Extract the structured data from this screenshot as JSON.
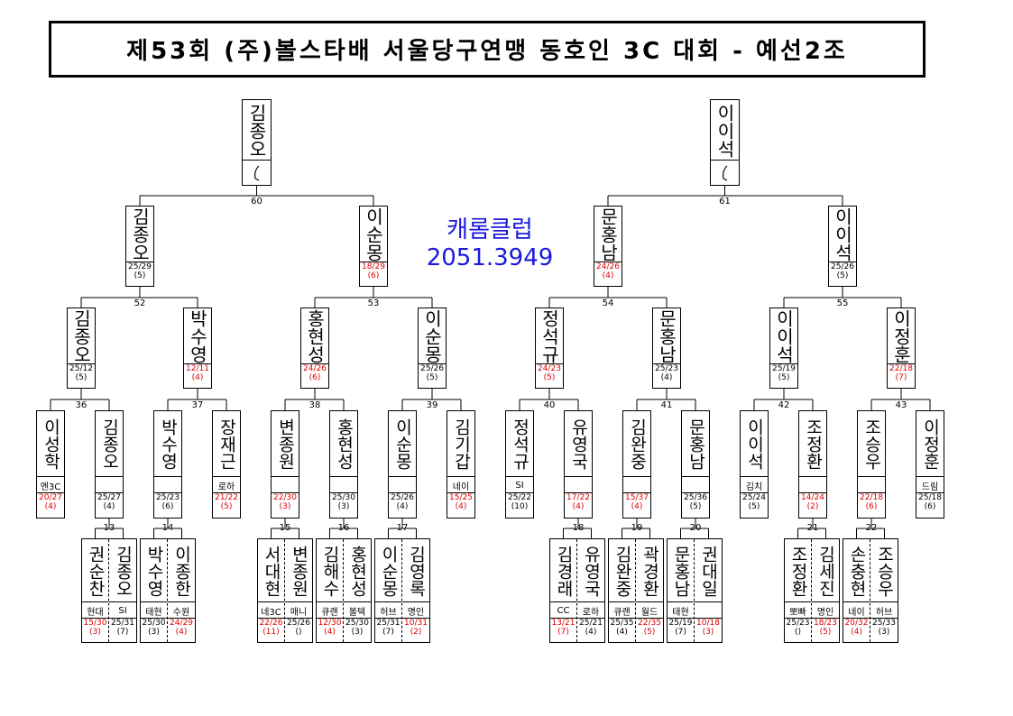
{
  "title": "제53회 (주)볼스타배 서울당구연맹 동호인 3C 대회 - 예선2조",
  "watermark": {
    "line1": "캐롬클럽",
    "line2": "2051.3949"
  },
  "winners": [
    {
      "id": "w-left",
      "name": "김종오",
      "mark": "check-mark"
    },
    {
      "id": "w-right",
      "name": "이이석",
      "mark": "check-mark"
    }
  ],
  "match_numbers": [
    {
      "id": "m60",
      "label": "60"
    },
    {
      "id": "m61",
      "label": "61"
    },
    {
      "id": "m52",
      "label": "52"
    },
    {
      "id": "m53",
      "label": "53"
    },
    {
      "id": "m54",
      "label": "54"
    },
    {
      "id": "m55",
      "label": "55"
    },
    {
      "id": "m36",
      "label": "36"
    },
    {
      "id": "m37",
      "label": "37"
    },
    {
      "id": "m38",
      "label": "38"
    },
    {
      "id": "m39",
      "label": "39"
    },
    {
      "id": "m40",
      "label": "40"
    },
    {
      "id": "m41",
      "label": "41"
    },
    {
      "id": "m42",
      "label": "42"
    },
    {
      "id": "m43",
      "label": "43"
    },
    {
      "id": "m13",
      "label": "13"
    },
    {
      "id": "m14",
      "label": "14"
    },
    {
      "id": "m15",
      "label": "15"
    },
    {
      "id": "m16",
      "label": "16"
    },
    {
      "id": "m17",
      "label": "17"
    },
    {
      "id": "m18",
      "label": "18"
    },
    {
      "id": "m19",
      "label": "19"
    },
    {
      "id": "m20",
      "label": "20"
    },
    {
      "id": "m21",
      "label": "21"
    },
    {
      "id": "m22",
      "label": "22"
    }
  ],
  "round2": [
    {
      "id": "r2-1",
      "name": "김종오",
      "score": "25/29",
      "inn": "(5)",
      "color": "#000000"
    },
    {
      "id": "r2-2",
      "name": "이순몽",
      "score": "18/29",
      "inn": "(6)",
      "color": "#e00000"
    },
    {
      "id": "r2-3",
      "name": "문홍남",
      "score": "24/26",
      "inn": "(4)",
      "color": "#e00000"
    },
    {
      "id": "r2-4",
      "name": "이이석",
      "score": "25/26",
      "inn": "(5)",
      "color": "#000000"
    }
  ],
  "round3": [
    {
      "id": "r3-1",
      "name": "김종오",
      "score": "25/12",
      "inn": "(5)",
      "color": "#000000"
    },
    {
      "id": "r3-2",
      "name": "박수영",
      "score": "12/11",
      "inn": "(4)",
      "color": "#e00000"
    },
    {
      "id": "r3-3",
      "name": "홍현성",
      "score": "24/26",
      "inn": "(6)",
      "color": "#e00000"
    },
    {
      "id": "r3-4",
      "name": "이순몽",
      "score": "25/26",
      "inn": "(5)",
      "color": "#000000"
    },
    {
      "id": "r3-5",
      "name": "정석규",
      "score": "24/23",
      "inn": "(5)",
      "color": "#e00000"
    },
    {
      "id": "r3-6",
      "name": "문홍남",
      "score": "25/23",
      "inn": "(4)",
      "color": "#000000"
    },
    {
      "id": "r3-7",
      "name": "이이석",
      "score": "25/19",
      "inn": "(5)",
      "color": "#000000"
    },
    {
      "id": "r3-8",
      "name": "이정훈",
      "score": "22/18",
      "inn": "(7)",
      "color": "#e00000"
    }
  ],
  "round4": [
    {
      "id": "r4-1",
      "name": "이성학",
      "club": "엔3C",
      "score": "20/27",
      "inn": "(4)",
      "color": "#e00000"
    },
    {
      "id": "r4-2",
      "name": "김종오",
      "club": "",
      "score": "25/27",
      "inn": "(4)",
      "color": "#000000"
    },
    {
      "id": "r4-3",
      "name": "박수영",
      "club": "",
      "score": "25/23",
      "inn": "(6)",
      "color": "#000000"
    },
    {
      "id": "r4-4",
      "name": "장재근",
      "club": "로하",
      "score": "21/22",
      "inn": "(5)",
      "color": "#e00000"
    },
    {
      "id": "r4-5",
      "name": "변종원",
      "club": "",
      "score": "22/30",
      "inn": "(3)",
      "color": "#e00000"
    },
    {
      "id": "r4-6",
      "name": "홍현성",
      "club": "",
      "score": "25/30",
      "inn": "(3)",
      "color": "#000000"
    },
    {
      "id": "r4-7",
      "name": "이순몽",
      "club": "",
      "score": "25/26",
      "inn": "(4)",
      "color": "#000000"
    },
    {
      "id": "r4-8",
      "name": "김기갑",
      "club": "네이",
      "score": "15/25",
      "inn": "(4)",
      "color": "#e00000"
    },
    {
      "id": "r4-9",
      "name": "정석규",
      "club": "SI",
      "score": "25/22",
      "inn": "(10)",
      "color": "#000000"
    },
    {
      "id": "r4-10",
      "name": "유영국",
      "club": "",
      "score": "17/22",
      "inn": "(4)",
      "color": "#e00000"
    },
    {
      "id": "r4-11",
      "name": "김완중",
      "club": "",
      "score": "15/37",
      "inn": "(4)",
      "color": "#e00000"
    },
    {
      "id": "r4-12",
      "name": "문홍남",
      "club": "",
      "score": "25/36",
      "inn": "(5)",
      "color": "#000000"
    },
    {
      "id": "r4-13",
      "name": "이이석",
      "club": "김치",
      "score": "25/24",
      "inn": "(5)",
      "color": "#000000"
    },
    {
      "id": "r4-14",
      "name": "조정환",
      "club": "",
      "score": "14/24",
      "inn": "(2)",
      "color": "#e00000"
    },
    {
      "id": "r4-15",
      "name": "조승우",
      "club": "",
      "score": "22/18",
      "inn": "(6)",
      "color": "#e00000"
    },
    {
      "id": "r4-16",
      "name": "이정훈",
      "club": "드림",
      "score": "25/18",
      "inn": "(6)",
      "color": "#000000"
    }
  ],
  "round5": [
    {
      "id": "p13",
      "players": [
        {
          "name": "권순찬",
          "club": "현대",
          "score": "15/30",
          "inn": "(3)",
          "color": "#e00000"
        },
        {
          "name": "김종오",
          "club": "SI",
          "score": "25/31",
          "inn": "(7)",
          "color": "#000000"
        }
      ]
    },
    {
      "id": "p14",
      "players": [
        {
          "name": "박수영",
          "club": "태현",
          "score": "25/30",
          "inn": "(3)",
          "color": "#000000"
        },
        {
          "name": "이종한",
          "club": "수원",
          "score": "24/29",
          "inn": "(4)",
          "color": "#e00000"
        }
      ]
    },
    {
      "id": "p15",
      "players": [
        {
          "name": "서대현",
          "club": "네3C",
          "score": "22/26",
          "inn": "(11)",
          "color": "#e00000"
        },
        {
          "name": "변종원",
          "club": "매니",
          "score": "25/26",
          "inn": "()",
          "color": "#000000"
        }
      ]
    },
    {
      "id": "p16",
      "players": [
        {
          "name": "김해수",
          "club": "큐랜",
          "score": "12/30",
          "inn": "(4)",
          "color": "#e00000"
        },
        {
          "name": "홍현성",
          "club": "볼텍",
          "score": "25/30",
          "inn": "(3)",
          "color": "#000000"
        }
      ]
    },
    {
      "id": "p17",
      "players": [
        {
          "name": "이순몽",
          "club": "허브",
          "score": "25/31",
          "inn": "(7)",
          "color": "#000000"
        },
        {
          "name": "김영록",
          "club": "명인",
          "score": "10/31",
          "inn": "(2)",
          "color": "#e00000"
        }
      ]
    },
    {
      "id": "p18",
      "players": [
        {
          "name": "김경래",
          "club": "CC",
          "score": "13/21",
          "inn": "(7)",
          "color": "#e00000"
        },
        {
          "name": "유영국",
          "club": "로하",
          "score": "25/21",
          "inn": "(4)",
          "color": "#000000"
        }
      ]
    },
    {
      "id": "p19",
      "players": [
        {
          "name": "김완중",
          "club": "큐랜",
          "score": "25/35",
          "inn": "(4)",
          "color": "#000000"
        },
        {
          "name": "곽경환",
          "club": "월드",
          "score": "22/35",
          "inn": "(5)",
          "color": "#e00000"
        }
      ]
    },
    {
      "id": "p20",
      "players": [
        {
          "name": "문홍남",
          "club": "태현",
          "score": "25/19",
          "inn": "(7)",
          "color": "#000000"
        },
        {
          "name": "권대일",
          "club": "",
          "score": "10/18",
          "inn": "(3)",
          "color": "#e00000"
        }
      ]
    },
    {
      "id": "p21",
      "players": [
        {
          "name": "조정환",
          "club": "뽀빠",
          "score": "25/23",
          "inn": "()",
          "color": "#000000"
        },
        {
          "name": "김세진",
          "club": "명인",
          "score": "18/23",
          "inn": "(5)",
          "color": "#e00000"
        }
      ]
    },
    {
      "id": "p22",
      "players": [
        {
          "name": "손충현",
          "club": "네이",
          "score": "20/32",
          "inn": "(4)",
          "color": "#e00000"
        },
        {
          "name": "조승우",
          "club": "허브",
          "score": "25/33",
          "inn": "(3)",
          "color": "#000000"
        }
      ]
    }
  ]
}
